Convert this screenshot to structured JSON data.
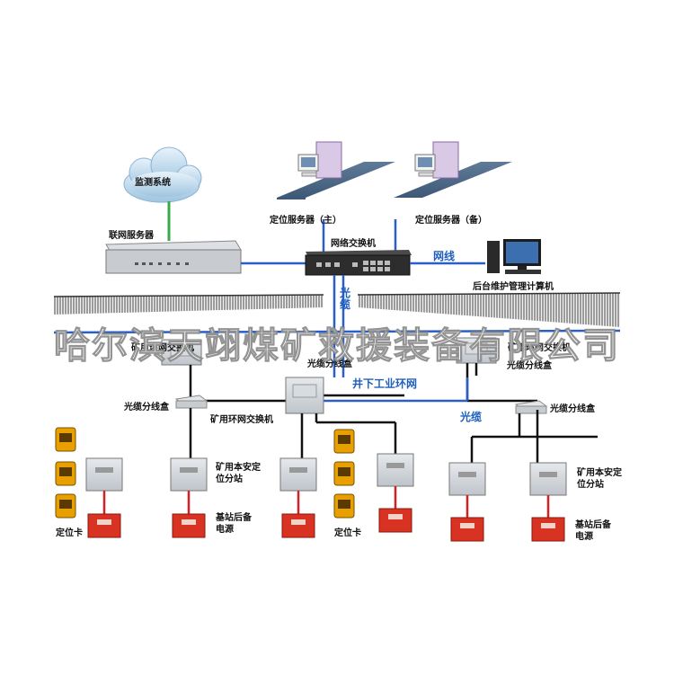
{
  "labels": {
    "monitor_system": "监测系统",
    "network_server": "联网服务器",
    "locate_server_main": "定位服务器（主）",
    "locate_server_backup": "定位服务器（备）",
    "network_switch": "网络交换机",
    "network_cable": "网线",
    "maint_computer": "后台维护管理计算机",
    "fiber_cable_top": "光缆",
    "fiber_cable_right": "光缆",
    "ring_switch_left": "矿用环网交换机",
    "ring_switch_right": "矿用环网交换机",
    "ring_switch_center": "矿用环网交换机",
    "fiber_box_left_upper": "光缆分线盒",
    "fiber_box_right_upper": "光缆分线盒",
    "fiber_box_left": "光缆分线盒",
    "fiber_box_right": "光缆分线盒",
    "industrial_ring": "井下工业环网",
    "substation_left": "矿用本安定位分站",
    "substation_right": "矿用本安定位分站",
    "power_left": "基站后备电源",
    "power_right": "基站后备电源",
    "card_left": "定位卡",
    "card_center": "定位卡"
  },
  "watermark": "哈尔滨天翊煤矿救援装备有限公司",
  "colors": {
    "tunnel": "#555555",
    "green_line": "#3aa84a",
    "blue_line": "#2a5fc7",
    "black_line": "#111111",
    "red_line": "#d42020",
    "device_red": "#d83222",
    "label_blue": "#1f5fbf"
  }
}
